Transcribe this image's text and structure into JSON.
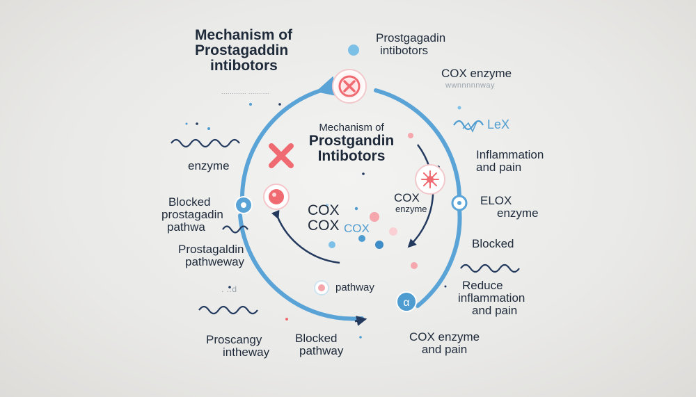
{
  "title_left": [
    "Mechanism of",
    "Prostagaddin",
    "intibotors"
  ],
  "title_left_faint": "............ ..........",
  "label_prostagadin_top": [
    "Prostgagadin",
    "intibotors"
  ],
  "label_cox_enzyme_top": "COX enzyme",
  "label_cox_enzyme_top_faint": "wwnnnnnway",
  "label_lox_scribble": "LeX",
  "label_inflammation": [
    "Inflammation",
    "and pain"
  ],
  "label_lox_enzyme": [
    "ELOX",
    "enzyme"
  ],
  "label_blocked_right": "Blocked",
  "label_reduce": [
    "Reduce",
    "inflammation",
    "and pain"
  ],
  "label_cox_enzyme_bottom": [
    "COX enzyme",
    "and pain"
  ],
  "label_blocked_bottom": [
    "Blocked",
    "pathway"
  ],
  "label_prostacangy": [
    "Proscangy",
    "intheway"
  ],
  "label_faint_left": ". ..d",
  "label_enzyme_left": "enzyme",
  "label_blocked_left": [
    "Blocked",
    "prostagadin",
    "pathwa"
  ],
  "label_prostagaldin_left": [
    "Prostagaldin",
    "pathweway"
  ],
  "center_title": [
    "Mechanism of",
    "Prostgandin",
    "Intibotors"
  ],
  "center_cox": [
    "COX",
    "COX"
  ],
  "center_cox_blue": "COX",
  "center_cox_enzyme": [
    "COX",
    "enzyme"
  ],
  "center_pathway": "pathway",
  "colors": {
    "ring_blue": "#5aa3d6",
    "arrow_navy": "#233a5e",
    "block_red": "#f06a72",
    "text_dark": "#1e2a3a"
  },
  "icons": {
    "top_node": "x-block-icon",
    "left_inner_node": "x-block-icon",
    "right_inner_node": "enzyme-burst-icon",
    "left_ring_node": "circle-node-icon",
    "right_ring_node": "circle-node-icon",
    "bottom_ring_node": "alpha-node-icon"
  }
}
